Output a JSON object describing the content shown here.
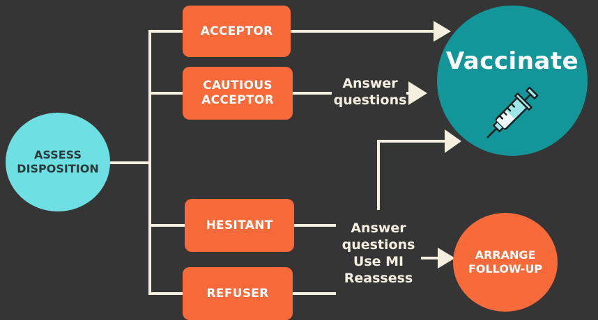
{
  "colors": {
    "background": "#353535",
    "connector": "#f5efe0",
    "box": "#f86a3a",
    "assess_circle": "#6ee0e3",
    "vaccinate_circle": "#13969a",
    "followup_circle": "#f86a3a"
  },
  "assess": {
    "line1": "ASSESS",
    "line2": "DISPOSITION"
  },
  "categories": {
    "acceptor": {
      "line1": "ACCEPTOR"
    },
    "cautious": {
      "line1": "CAUTIOUS",
      "line2": "ACCEPTOR"
    },
    "hesitant": {
      "line1": "HESITANT"
    },
    "refuser": {
      "line1": "REFUSER"
    }
  },
  "vaccinate": {
    "title": "Vaccinate",
    "icon": "syringe-icon"
  },
  "followup": {
    "line1": "ARRANGE",
    "line2": "FOLLOW-UP"
  },
  "labels": {
    "cautious_action": "Answer\nquestions",
    "hesitant_action": "Answer\nquestions\nUse MI\nReassess"
  }
}
